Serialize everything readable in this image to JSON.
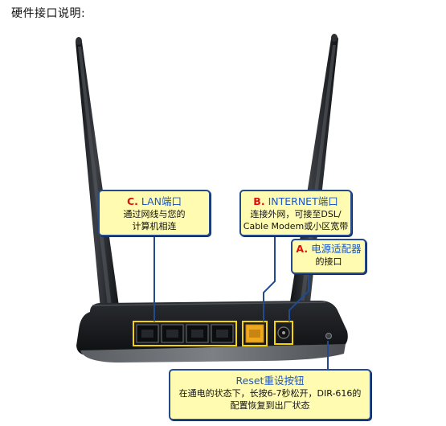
{
  "page_title": "硬件接口说明:",
  "callouts": {
    "lan": {
      "letter": "C.",
      "title": "LAN端口",
      "lines": [
        "通过网线与您的",
        "计算机相连"
      ]
    },
    "internet": {
      "letter": "B.",
      "title": "INTERNET端口",
      "lines": [
        "连接外网，可接至DSL/",
        "Cable Modem或小区宽带"
      ]
    },
    "power": {
      "letter": "A.",
      "title": "电源适配器",
      "lines": [
        "的接口"
      ]
    },
    "reset": {
      "title": "Reset重设按钮",
      "lines": [
        "在通电的状态下，长按6-7秒松开，DIR-616的",
        "配置恢复到出厂状态"
      ]
    }
  },
  "colors": {
    "callout_bg": "#fffbb0",
    "callout_border": "#234a8f",
    "title_blue": "#1d58c4",
    "letter_red": "#e01010",
    "highlight_yellow": "#f5d400"
  },
  "icons": [
    "router-image",
    "antenna-left",
    "antenna-right",
    "lan-port",
    "internet-port",
    "power-port",
    "reset-button"
  ]
}
